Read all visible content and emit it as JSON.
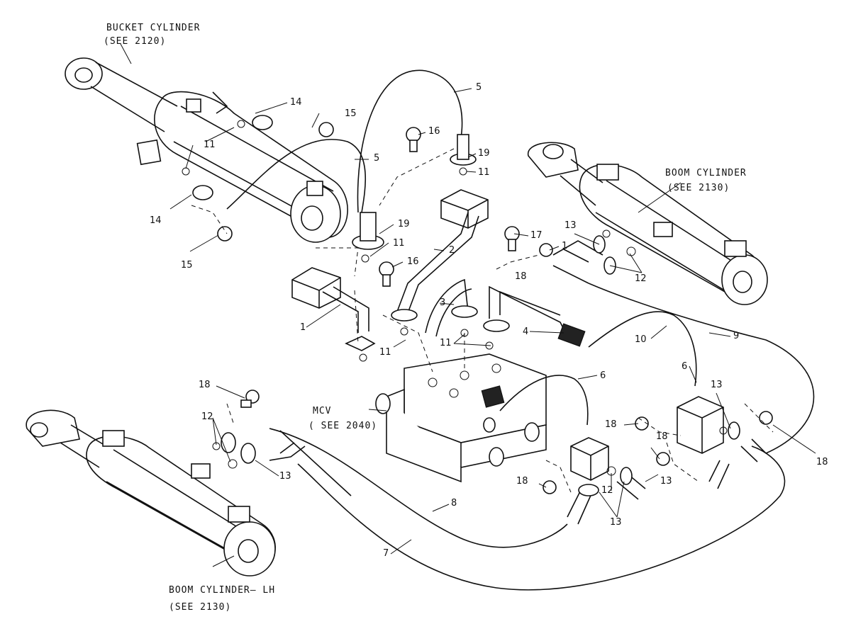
{
  "captions": {
    "bucket_cylinder": "BUCKET CYLINDER",
    "bucket_cylinder_ref": "(SEE 2120)",
    "boom_cylinder": "BOOM CYLINDER",
    "boom_cylinder_ref": "(SEE 2130)",
    "mcv": "MCV",
    "mcv_ref": "( SEE 2040)",
    "boom_cylinder_lh": "BOOM CYLINDER– LH",
    "boom_cylinder_lh_ref": "(SEE 2130)"
  },
  "callouts": {
    "c1a": "1",
    "c1b": "1",
    "c2": "2",
    "c3": "3",
    "c4": "4",
    "c5a": "5",
    "c5b": "5",
    "c6a": "6",
    "c6b": "6",
    "c7": "7",
    "c8a": "8",
    "c9": "9",
    "c10": "10",
    "c11a": "11",
    "c11b": "11",
    "c11c": "11",
    "c11d": "11",
    "c11e": "11",
    "c12a": "12",
    "c12b": "12",
    "c12c": "12",
    "c13a": "13",
    "c13b": "13",
    "c13c": "13",
    "c13d": "13",
    "c13e": "13",
    "c14a": "14",
    "c14b": "14",
    "c15a": "15",
    "c15b": "15",
    "c16a": "16",
    "c16b": "16",
    "c17": "17",
    "c18a": "18",
    "c18b": "18",
    "c18c": "18",
    "c18d": "18",
    "c18e": "18",
    "c18f": "18",
    "c19a": "19",
    "c19b": "19"
  }
}
